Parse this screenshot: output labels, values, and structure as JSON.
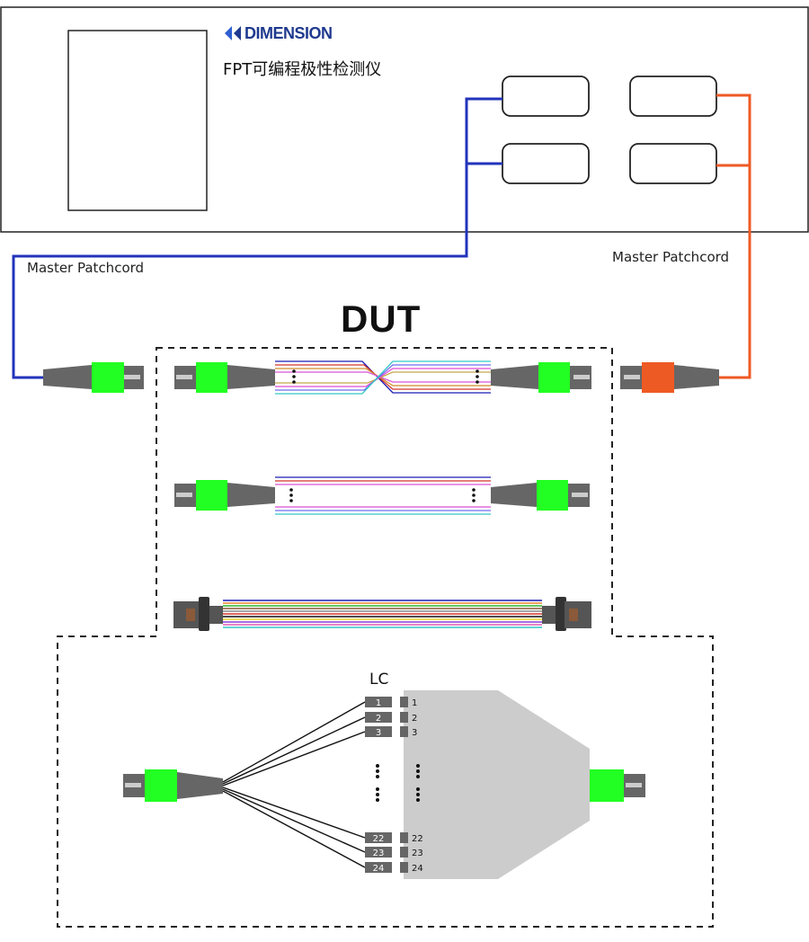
{
  "device": {
    "brand": "DIMENSION",
    "name": "FPT可编程极性检测仪"
  },
  "patchcords": {
    "left_label": "Master Patchcord",
    "right_label": "Master Patchcord"
  },
  "dut": {
    "title": "DUT"
  },
  "breakout": {
    "connector_label": "LC",
    "fiber_numbers": [
      "1",
      "2",
      "3",
      "22",
      "23",
      "24"
    ]
  },
  "colors": {
    "blue_cord": "#2233bb",
    "orange_cord": "#ee5a24",
    "connector_green": "#22ff22",
    "connector_gray": "#666666",
    "brand_blue": "#1f3a8f",
    "fan_panel": "#cccccc"
  }
}
